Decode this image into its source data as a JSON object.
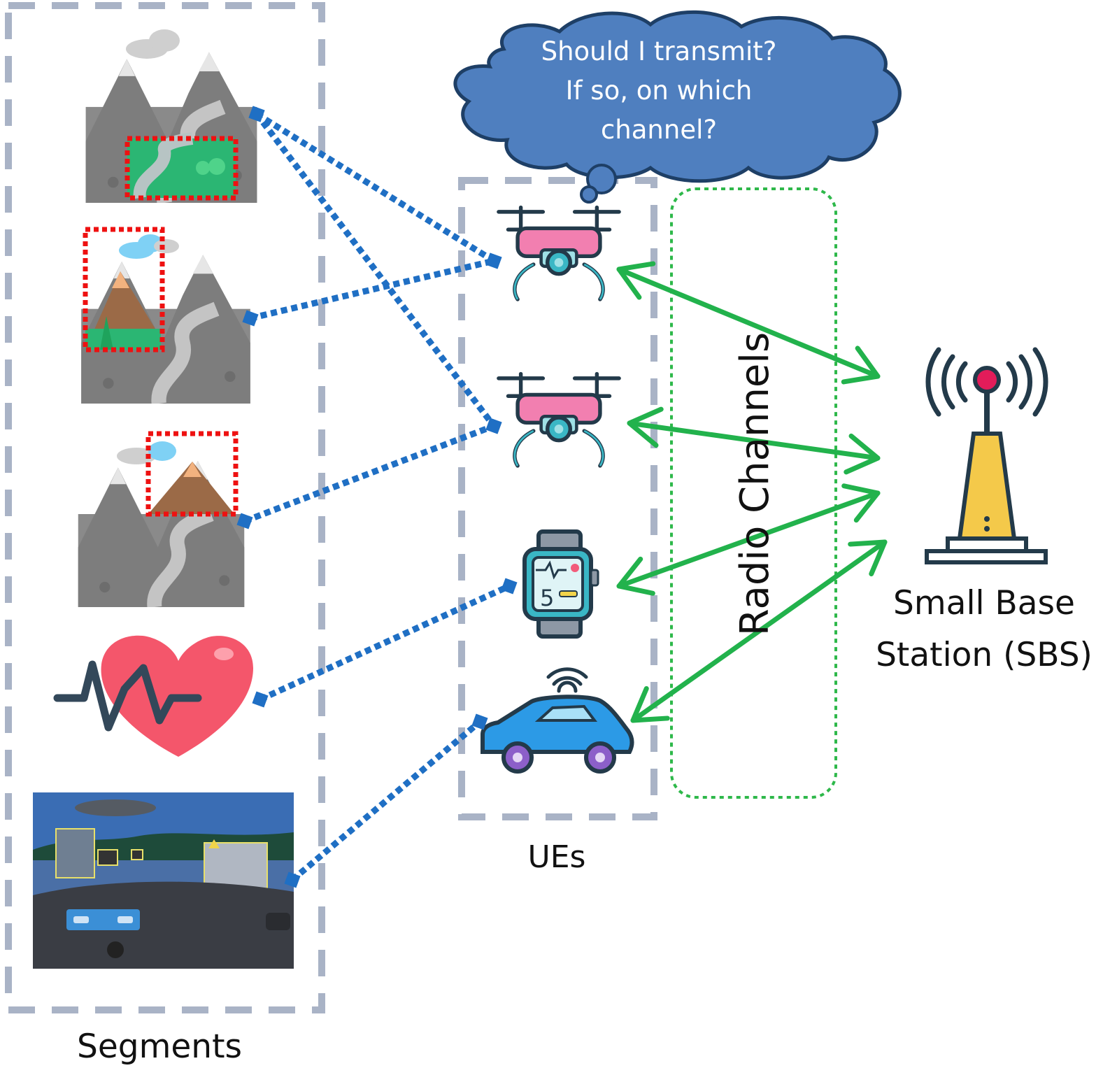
{
  "thought_bubble": {
    "line1": "Should I transmit?",
    "line2": "If so, on which",
    "line3": "channel?"
  },
  "labels": {
    "segments": "Segments",
    "ues": "UEs",
    "radio_channels": "Radio Channels",
    "sbs_line1": "Small Base",
    "sbs_line2": "Station (SBS)"
  },
  "colors": {
    "dashed_box": "#a9b3c6",
    "segment_link": "#1f6fc4",
    "radio_link": "#22b24c",
    "channel_box": "#2eb84a",
    "cloud_fill": "#4f7fbf",
    "cloud_stroke": "#1e3f66",
    "roi_box": "#ee1111"
  },
  "segments": [
    {
      "icon": "mountain-landscape-icon"
    },
    {
      "icon": "mountain-landscape-icon"
    },
    {
      "icon": "mountain-landscape-icon"
    },
    {
      "icon": "heart-rate-icon"
    },
    {
      "icon": "autonomous-driving-scene-icon"
    }
  ],
  "ues": [
    {
      "icon": "drone-icon"
    },
    {
      "icon": "drone-icon"
    },
    {
      "icon": "smartwatch-icon"
    },
    {
      "icon": "connected-car-icon"
    }
  ],
  "base_station": {
    "icon": "base-station-tower-icon"
  },
  "links": {
    "segment_to_ue": [
      {
        "segment": 1,
        "ue": 1
      },
      {
        "segment": 1,
        "ue": 2
      },
      {
        "segment": 2,
        "ue": 1
      },
      {
        "segment": 3,
        "ue": 2
      },
      {
        "segment": 4,
        "ue": 3
      },
      {
        "segment": 5,
        "ue": 4
      }
    ],
    "ue_to_sbs": [
      {
        "ue": 1,
        "direction": "bidirectional"
      },
      {
        "ue": 2,
        "direction": "bidirectional"
      },
      {
        "ue": 3,
        "direction": "bidirectional"
      },
      {
        "ue": 4,
        "direction": "bidirectional"
      }
    ]
  }
}
